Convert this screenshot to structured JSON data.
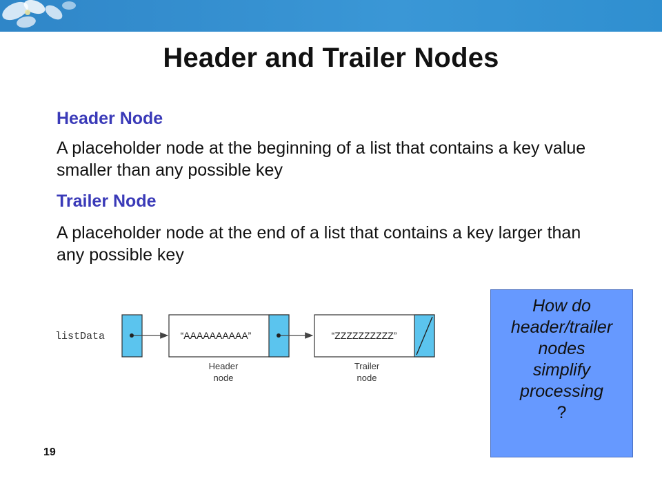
{
  "slide": {
    "title": "Header and Trailer Nodes",
    "number": "19"
  },
  "sections": [
    {
      "heading": "Header Node",
      "body": "A placeholder node at the beginning of a list that contains a key value smaller than any possible key"
    },
    {
      "heading": "Trailer Node",
      "body": "A placeholder node at the end of a list that contains a key larger than any possible key"
    }
  ],
  "diagram": {
    "list_label": "listData",
    "header_value": "“AAAAAAAAAA”",
    "trailer_value": "“ZZZZZZZZZZ”",
    "header_caption_line1": "Header",
    "header_caption_line2": "node",
    "trailer_caption_line1": "Trailer",
    "trailer_caption_line2": "node",
    "pointer_fill": "#5bc4ee"
  },
  "callout": {
    "lines": [
      "How do",
      "header/trailer",
      "nodes",
      "simplify",
      "processing",
      "?"
    ],
    "background": "#6699ff"
  },
  "theme": {
    "banner_color": "#3a97d6",
    "heading_color": "#3a3ab8"
  }
}
